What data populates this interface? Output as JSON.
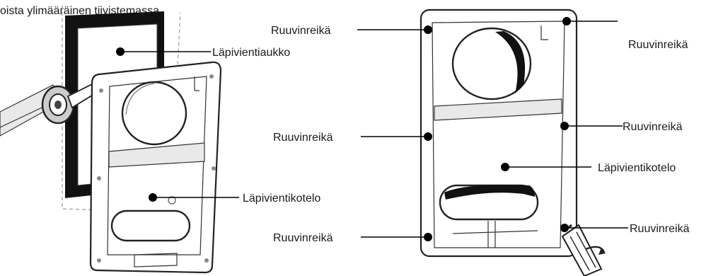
{
  "caption_fragment": "oista ylimääräinen tiivistemassa.",
  "labels": {
    "opening": "Läpivientiaukko",
    "housing_left": "Läpivientikotelo",
    "housing_right": "Läpivientikotelo",
    "screw_hole_left_top": "Ruuvinreikä",
    "screw_hole_left_middle": "Ruuvinreikä",
    "screw_hole_left_bottom": "Ruuvinreikä",
    "screw_hole_right_top": "Ruuvinreikä",
    "screw_hole_right_middle": "Ruuvinreikä",
    "screw_hole_right_bottom": "Ruuvinreikä"
  },
  "colors": {
    "ink": "#000000",
    "panel": "#ffffff",
    "opening_dark": "#111111",
    "shading": "#e9e9e9"
  },
  "icons": {
    "caulk_gun": "caulk-gun-icon",
    "screwdriver": "screwdriver-icon"
  }
}
